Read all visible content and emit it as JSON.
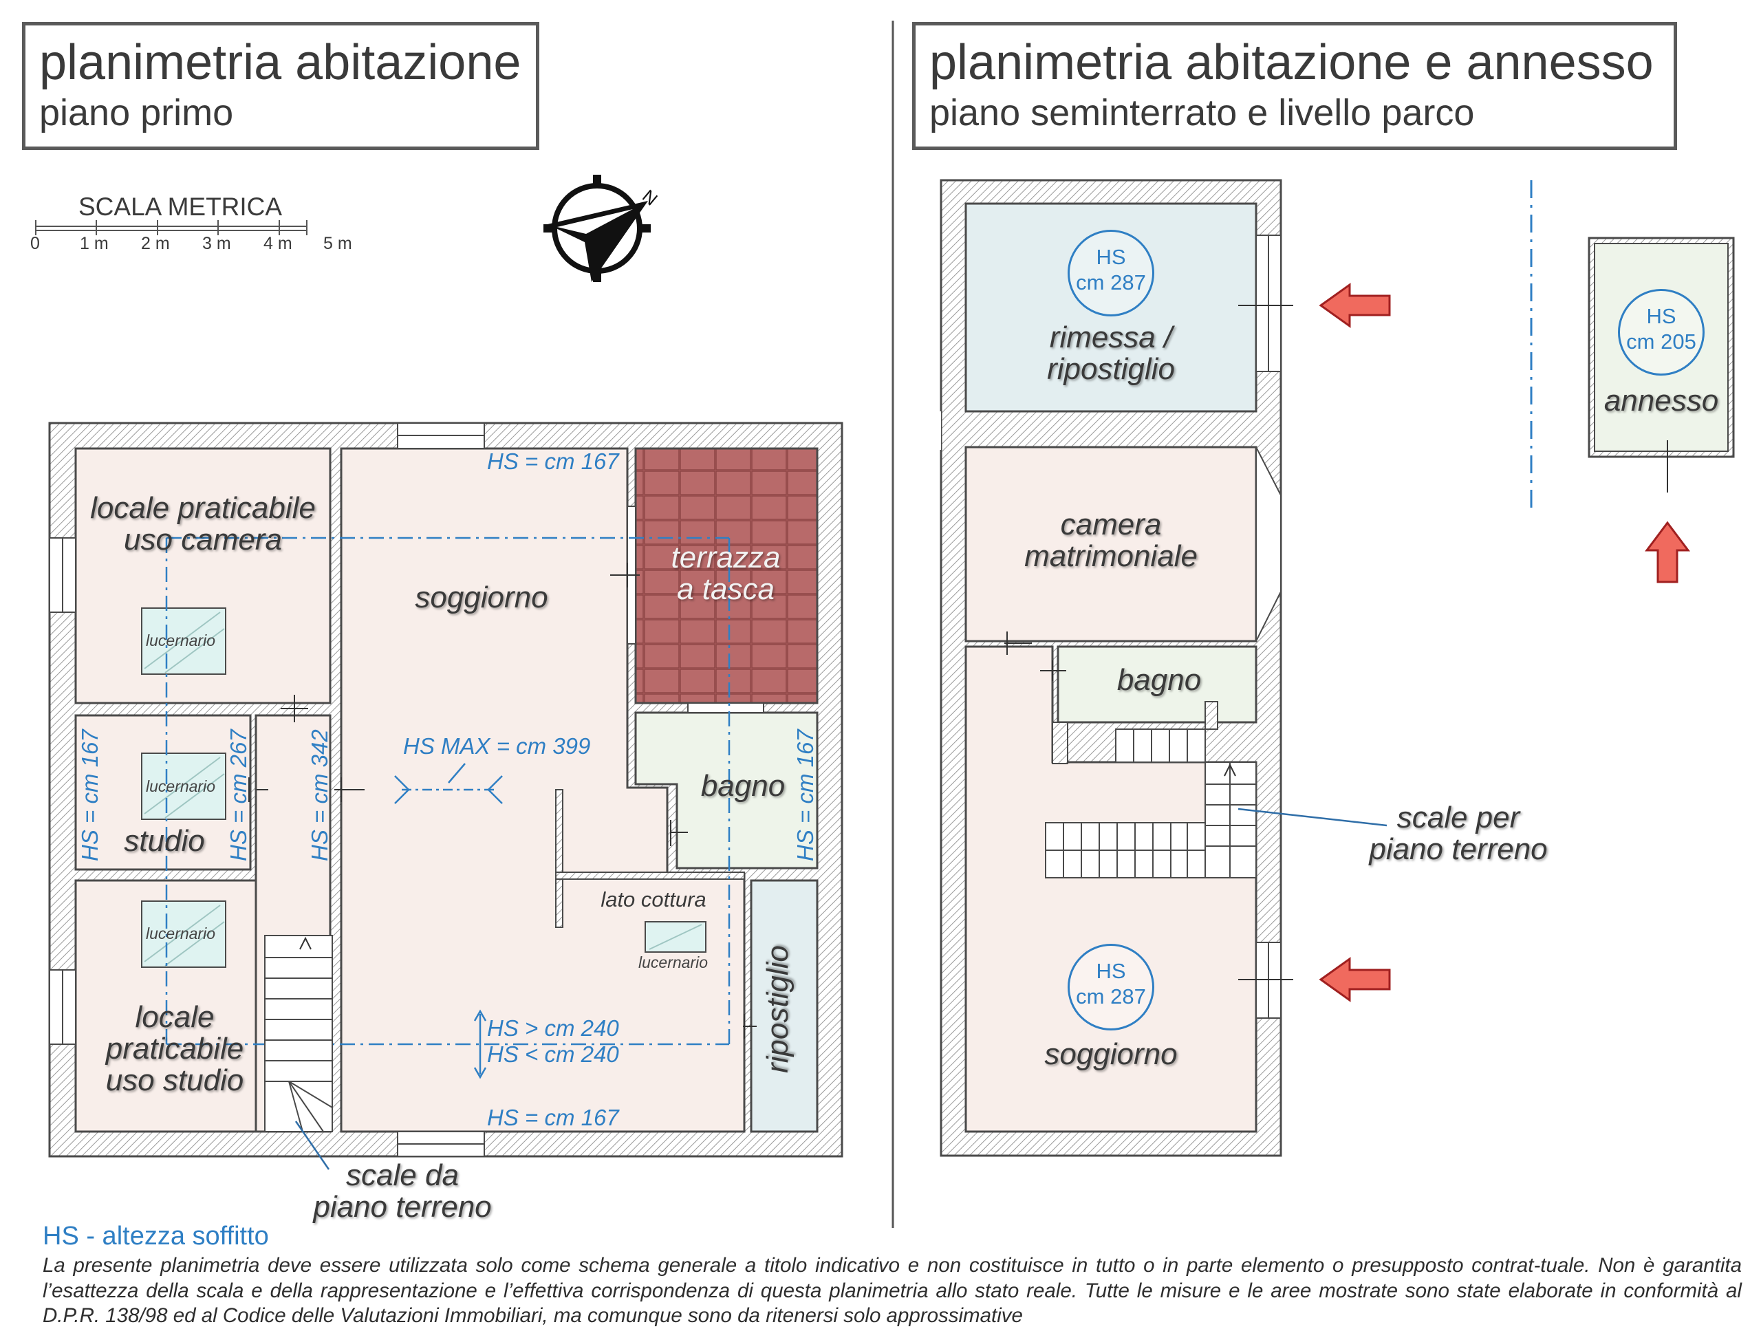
{
  "left_plan": {
    "title": "planimetria abitazione",
    "subtitle": "piano primo",
    "scale": {
      "label": "SCALA METRICA",
      "ticks": [
        "0",
        "1 m",
        "2 m",
        "3 m",
        "4 m",
        "5 m"
      ]
    },
    "rooms": {
      "camera": "locale praticabile\nuso camera",
      "soggiorno": "soggiorno",
      "terrazza": "terrazza\na tasca",
      "studio": "studio",
      "bagno": "bagno",
      "lato_cottura": "lato cottura",
      "ripostiglio": "ripostiglio",
      "locale_studio": "locale\npraticabile\nuso studio"
    },
    "heights": {
      "top": "HS = cm 167",
      "max": "HS MAX = cm 399",
      "gt240": "HS > cm 240",
      "lt240": "HS < cm 240",
      "bottom": "HS = cm 167",
      "left": "HS = cm 167",
      "studio": "HS = cm 267",
      "corridor": "HS = cm 342",
      "bagno": "HS = cm 167"
    },
    "skylight_label": "lucernario",
    "stairs_label": "scale da\npiano terreno"
  },
  "right_plan": {
    "title": "planimetria abitazione e annesso",
    "subtitle": "piano seminterrato e livello parco",
    "rooms": {
      "rimessa": "rimessa /\nripostiglio",
      "annesso": "annesso",
      "camera": "camera\nmatrimoniale",
      "bagno": "bagno",
      "soggiorno": "soggiorno"
    },
    "badges": {
      "rimessa": [
        "HS",
        "cm 287"
      ],
      "annesso": [
        "HS",
        "cm 205"
      ],
      "soggiorno": [
        "HS",
        "cm 287"
      ]
    },
    "stairs_label": "scale per\npiano terreno"
  },
  "legend": "HS - altezza soffitto",
  "disclaimer": "La presente planimetria deve essere utilizzata solo come schema generale a titolo indicativo e non costituisce in tutto o in parte elemento o presupposto contrat-tuale. Non è garantita l’esattezza della scala e della rappresentazione e l’effettiva corrispondenza di questa planimetria allo stato reale. Tutte le misure e le aree mostrate sono state elaborate in conformità al D.P.R. 138/98 ed al Codice delle Valutazioni Immobiliari, ma comunque sono da ritenersi solo approssimative",
  "colors": {
    "wall": "#5a5a5a",
    "floor_pink": "#f8eeea",
    "floor_green": "#eef4ea",
    "floor_blue": "#e3eef0",
    "terrace": "#b46464",
    "hs_blue": "#2f7fc4",
    "arrow_red": "#e24a4a"
  }
}
